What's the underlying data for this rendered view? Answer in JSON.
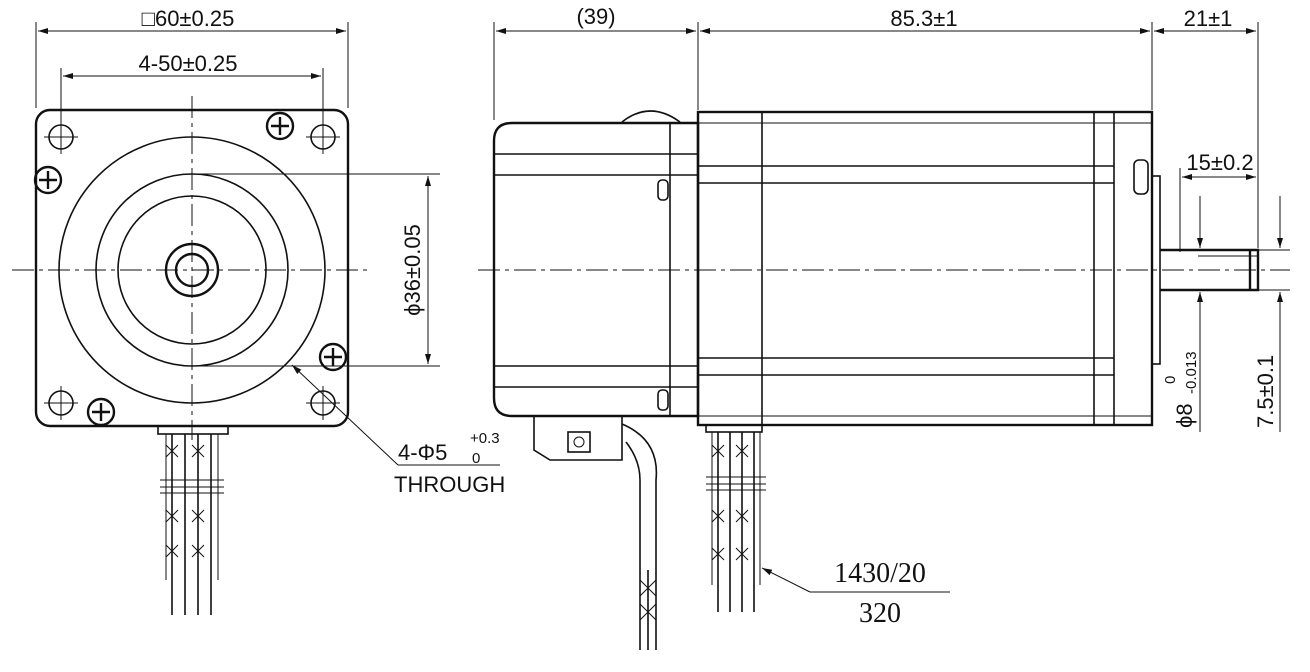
{
  "front_view": {
    "dim_square": "□60±0.25",
    "dim_hole_spacing": "4-50±0.25",
    "dim_pilot_diameter": "ϕ36±0.05",
    "hole_callout_main": "4-Φ5",
    "hole_callout_upper_tol": "+0.3",
    "hole_callout_lower_tol": "0",
    "hole_callout_note": "THROUGH"
  },
  "side_view": {
    "dim_encoder_length": "(39)",
    "dim_body_length": "85.3±1",
    "dim_shaft_length": "21±1",
    "dim_flat_length": "15±0.2",
    "dim_shaft_diameter": "ϕ8",
    "dim_shaft_diameter_upper": "0",
    "dim_shaft_diameter_lower": "-0.013",
    "dim_flat_depth": "7.5±0.1",
    "cable_length_top": "1430/20",
    "cable_length_bottom": "320"
  },
  "colors": {
    "line": "#111111",
    "background": "#ffffff"
  }
}
